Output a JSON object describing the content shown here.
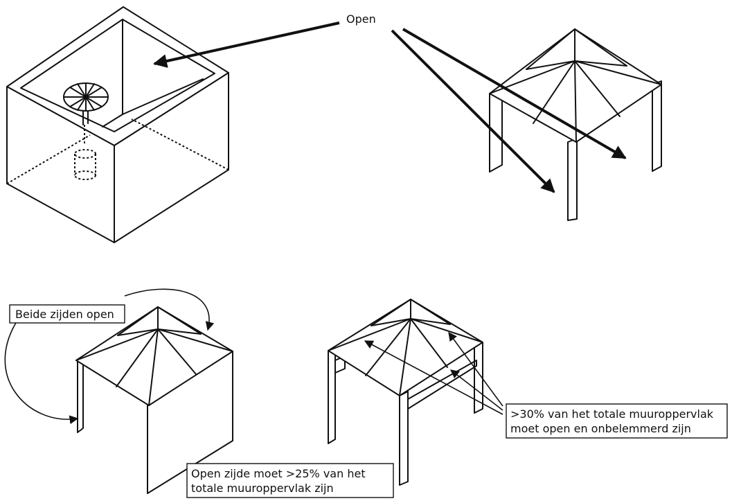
{
  "labels": {
    "open": "Open",
    "both_sides_open": "Beide zijden open",
    "wall_area": {
      "line1": ">30% van het totale muuroppervlak",
      "line2": "moet open en onbelemmerd zijn"
    },
    "open_side": {
      "line1": "Open zijde moet >25% van het",
      "line2": "totale muuroppervlak zijn"
    }
  }
}
